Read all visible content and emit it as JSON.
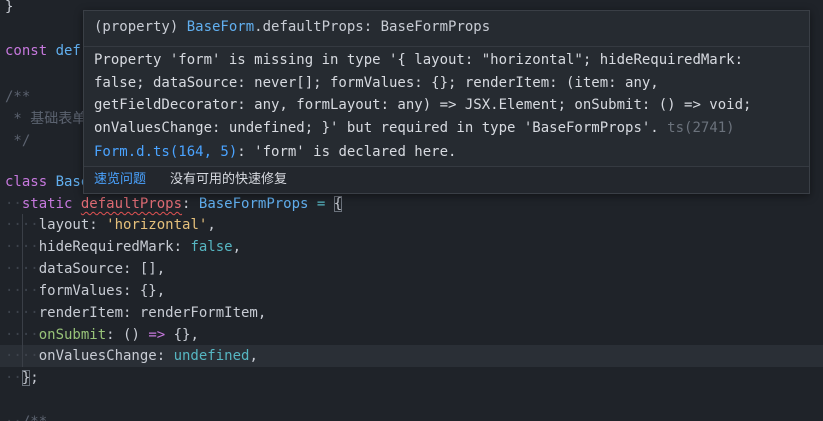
{
  "editor": {
    "lines": [
      {
        "id": "l1",
        "parts": [
          {
            "c": "pun",
            "t": "}"
          }
        ]
      },
      {
        "id": "l2",
        "parts": [
          {
            "c": "kw",
            "t": "const "
          },
          {
            "c": "ty",
            "t": "def"
          }
        ]
      },
      {
        "id": "l3",
        "parts": [
          {
            "c": "cm",
            "t": "/**"
          }
        ]
      },
      {
        "id": "l4",
        "parts": [
          {
            "c": "cm",
            "t": " * 基础表单"
          }
        ]
      },
      {
        "id": "l5",
        "parts": [
          {
            "c": "cm",
            "t": " */"
          }
        ]
      },
      {
        "id": "l6",
        "parts": [
          {
            "c": "kw",
            "t": "class "
          },
          {
            "c": "ty",
            "t": "Base"
          }
        ]
      },
      {
        "id": "l7",
        "parts": [
          {
            "c": "ws",
            "t": "··"
          },
          {
            "c": "kw",
            "t": "static "
          },
          {
            "c": "pr",
            "t": "defaultProps",
            "squiggle": true
          },
          {
            "c": "pun",
            "t": ": "
          },
          {
            "c": "ty",
            "t": "BaseFormProps"
          },
          {
            "c": "pun",
            "t": " "
          },
          {
            "c": "lit",
            "t": "="
          },
          {
            "c": "pun",
            "t": " "
          },
          {
            "c": "pun",
            "t": "{",
            "match": true
          }
        ]
      },
      {
        "id": "l8",
        "parts": [
          {
            "c": "ws",
            "t": "····"
          },
          {
            "c": "pun",
            "t": "layout: "
          },
          {
            "c": "str",
            "t": "'horizontal'"
          },
          {
            "c": "pun",
            "t": ","
          }
        ]
      },
      {
        "id": "l9",
        "parts": [
          {
            "c": "ws",
            "t": "····"
          },
          {
            "c": "pun",
            "t": "hideRequiredMark: "
          },
          {
            "c": "lit",
            "t": "false"
          },
          {
            "c": "pun",
            "t": ","
          }
        ]
      },
      {
        "id": "l10",
        "parts": [
          {
            "c": "ws",
            "t": "····"
          },
          {
            "c": "pun",
            "t": "dataSource: [],"
          }
        ]
      },
      {
        "id": "l11",
        "parts": [
          {
            "c": "ws",
            "t": "····"
          },
          {
            "c": "pun",
            "t": "formValues: {},"
          }
        ]
      },
      {
        "id": "l12",
        "parts": [
          {
            "c": "ws",
            "t": "····"
          },
          {
            "c": "pun",
            "t": "renderItem: renderFormItem,"
          }
        ]
      },
      {
        "id": "l13",
        "parts": [
          {
            "c": "ws",
            "t": "····"
          },
          {
            "c": "fn",
            "t": "onSubmit"
          },
          {
            "c": "pun",
            "t": ": () "
          },
          {
            "c": "kw",
            "t": "=>"
          },
          {
            "c": "pun",
            "t": " {},"
          }
        ]
      },
      {
        "id": "l14",
        "parts": [
          {
            "c": "ws",
            "t": "····"
          },
          {
            "c": "pun",
            "t": "onValuesChange: "
          },
          {
            "c": "lit",
            "t": "undefined"
          },
          {
            "c": "pun",
            "t": ","
          }
        ]
      },
      {
        "id": "l15",
        "parts": [
          {
            "c": "ws",
            "t": "··"
          },
          {
            "c": "pun",
            "t": "}",
            "match": true
          },
          {
            "c": "pun",
            "t": ";"
          }
        ]
      },
      {
        "id": "l16",
        "parts": []
      },
      {
        "id": "l17",
        "parts": [
          {
            "c": "ws",
            "t": "··"
          },
          {
            "c": "cm",
            "t": "/**"
          }
        ]
      }
    ]
  },
  "hover": {
    "signature_prefix": "(property) ",
    "signature_class": "BaseForm",
    "signature_rest": ".defaultProps: BaseFormProps",
    "message_lines": [
      "Property 'form' is missing in type '{ layout: \"horizontal\"; hideRequiredMark:",
      "false; dataSource: never[]; formValues: {}; renderItem: (item: any,",
      "getFieldDecorator: any, formLayout: any) => JSX.Element; onSubmit: () => void;",
      "onValuesChange: undefined; }' but required in type 'BaseFormProps'."
    ],
    "error_code": "ts(2741)",
    "related_link": "Form.d.ts(164, 5)",
    "related_text": ": 'form' is declared here.",
    "action_peek": "速览问题",
    "action_nofix": "没有可用的快速修复"
  },
  "colors": {
    "background": "#1f2329",
    "keyword": "#c678dd",
    "type": "#61afef",
    "string": "#e5c07b",
    "link": "#4aa3ff",
    "error_squiggle": "#e05252"
  }
}
